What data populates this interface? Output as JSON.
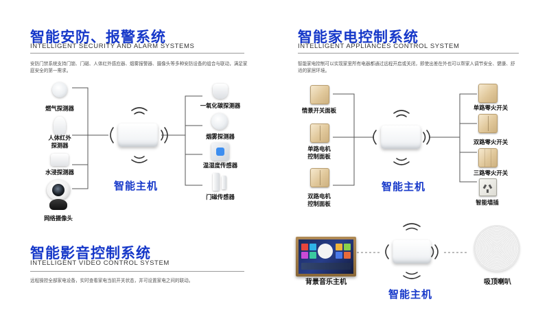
{
  "security": {
    "title": "智能安防、报警系统",
    "subtitle": "INTELLIGENT SECURITY AND ALARM SYSTEMS",
    "description": "安防门禁系统支持门锁、门磁、人体红外感应器、烟雾报警器、摄像头等多种安防设备的组合与联动，满足家庭安全的第一需求。",
    "left_devices": [
      "燃气探测器",
      "人体红外\n探测器",
      "水浸探测器",
      "网络摄像头"
    ],
    "right_devices": [
      "一氧化碳探测器",
      "烟雾探测器",
      "温湿度传感器",
      "门磁传感器"
    ],
    "hub_label": "智能主机"
  },
  "appliances": {
    "title": "智能家电控制系统",
    "subtitle": "INTELLIGENT APPLIANCES CONTROL SYSTEM",
    "description": "智能家电控制可以实现家里所有电器都通过远程开启或关闭，即使出差在外也可以帮家人调节安全、健康、舒适的家居环境。",
    "left_devices": [
      "情景开关面板",
      "单路电机\n控制面板",
      "双路电机\n控制面板"
    ],
    "right_devices": [
      "单路零火开关",
      "双路零火开关",
      "三路零火开关",
      "智能墙插"
    ],
    "hub_label": "智能主机"
  },
  "audio_video": {
    "title": "智能影音控制系统",
    "subtitle": "INTELLIGENT VIDEO CONTROL SYSTEM",
    "description": "远程操控全部家电设备，实时查看家电当前开关状态，并可设置家电之间的联动。",
    "left_device": "背景音乐主机",
    "right_device": "吸顶喇叭",
    "hub_label": "智能主机"
  },
  "colors": {
    "accent": "#1638c9",
    "line": "#555555",
    "rule": "#9a9a9a"
  }
}
